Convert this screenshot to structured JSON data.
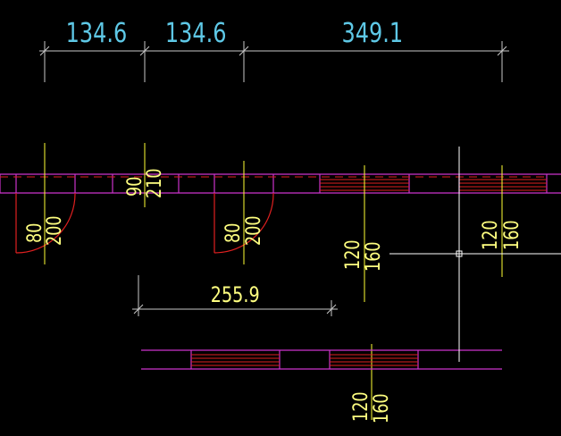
{
  "colors": {
    "background": "#000000",
    "dimension_line": "#c8c8c8",
    "dimension_text_cyan": "#5ec8e6",
    "dimension_text_yellow": "#ffff80",
    "wall_line": "#cc33cc",
    "door_swing": "#e02020",
    "axis_line": "#ffff33",
    "crosshair": "#ffffff",
    "hatch": "#e02020"
  },
  "dimensions": {
    "top_1": "134.6",
    "top_2": "134.6",
    "top_3": "349.1",
    "middle": "255.9"
  },
  "labels": {
    "door1_left": "80",
    "door1_right": "200",
    "opening_left": "90",
    "opening_right": "210",
    "door2_left": "80",
    "door2_right": "200",
    "window1_left": "120",
    "window1_right": "160",
    "window2_left": "120",
    "window2_right": "160",
    "window3_left": "120",
    "window3_right": "160"
  }
}
